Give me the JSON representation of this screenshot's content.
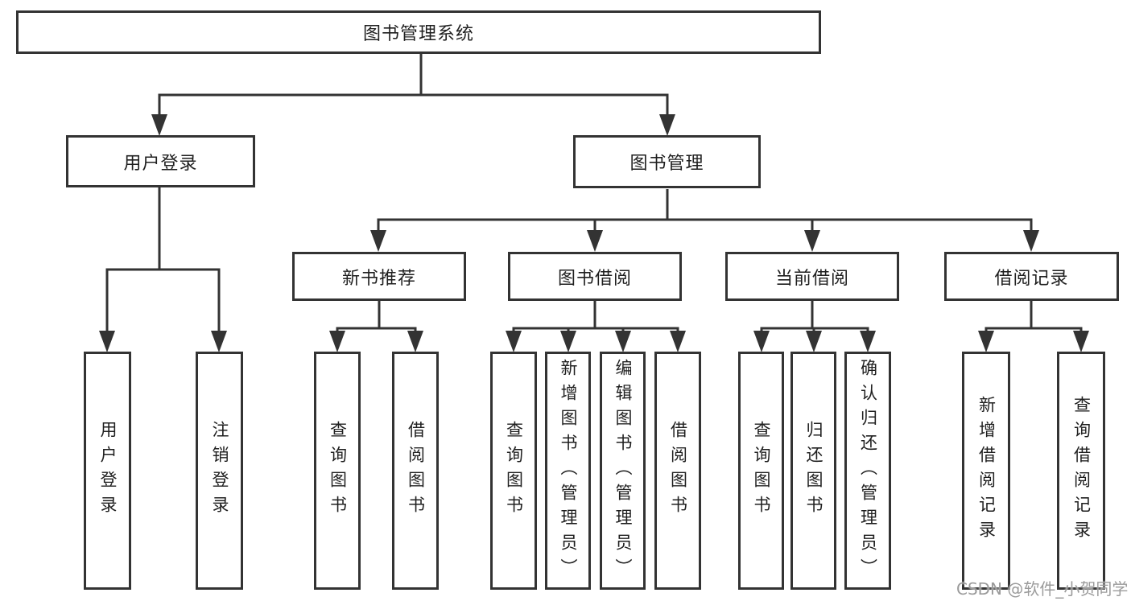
{
  "tree": {
    "root": {
      "label": "图书管理系统",
      "children": [
        {
          "label": "用户登录",
          "children": [
            "用户登录",
            "注销登录"
          ]
        },
        {
          "label": "图书管理",
          "children": [
            {
              "label": "新书推荐",
              "children": [
                "查询图书",
                "借阅图书"
              ]
            },
            {
              "label": "图书借阅",
              "children": [
                "查询图书",
                "新增图书（管理员）",
                "编辑图书（管理员）",
                "借阅图书"
              ]
            },
            {
              "label": "当前借阅",
              "children": [
                "查询图书",
                "归还图书",
                "确认归还（管理员）"
              ]
            },
            {
              "label": "借阅记录",
              "children": [
                "新增借阅记录",
                "查询借阅记录"
              ]
            }
          ]
        }
      ]
    }
  },
  "watermark": {
    "text": "CSDN @软件_小贺同学"
  },
  "colors": {
    "line": "#333333",
    "box_border": "#333333",
    "box_fill": "#ffffff",
    "text": "#1f1f1f",
    "watermark": "#9b9b9b",
    "background": "#ffffff"
  }
}
